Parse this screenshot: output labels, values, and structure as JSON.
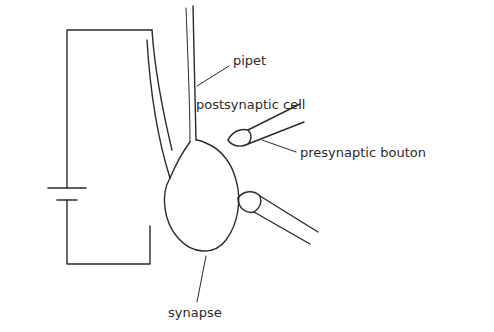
{
  "diagram": {
    "labels": [
      "pipet",
      "postsynaptic cell",
      "presynaptic bouton",
      "synapse"
    ]
  }
}
